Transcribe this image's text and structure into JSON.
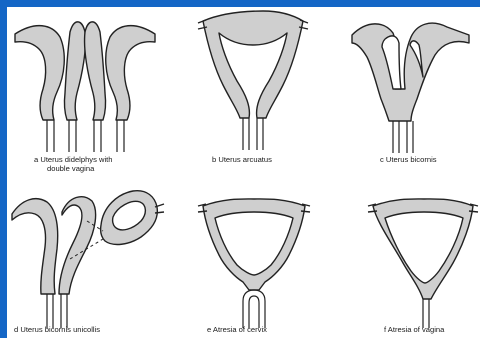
{
  "figure": {
    "frame_color": "#1466c6",
    "fill_color": "#cfcfcf",
    "stroke_color": "#222222",
    "panels": [
      {
        "id": "a",
        "caption_line1": "a  Uterus didelphys with",
        "caption_line2": "double vagina"
      },
      {
        "id": "b",
        "caption_line1": "b  Uterus arcuatus"
      },
      {
        "id": "c",
        "caption_line1": "c  Uterus bicornis"
      },
      {
        "id": "d",
        "caption_line1": "d  Uterus bicornis unicollis"
      },
      {
        "id": "e",
        "caption_line1": "e  Atresia of cervix"
      },
      {
        "id": "f",
        "caption_line1": "f  Atresia of vagina"
      }
    ]
  }
}
